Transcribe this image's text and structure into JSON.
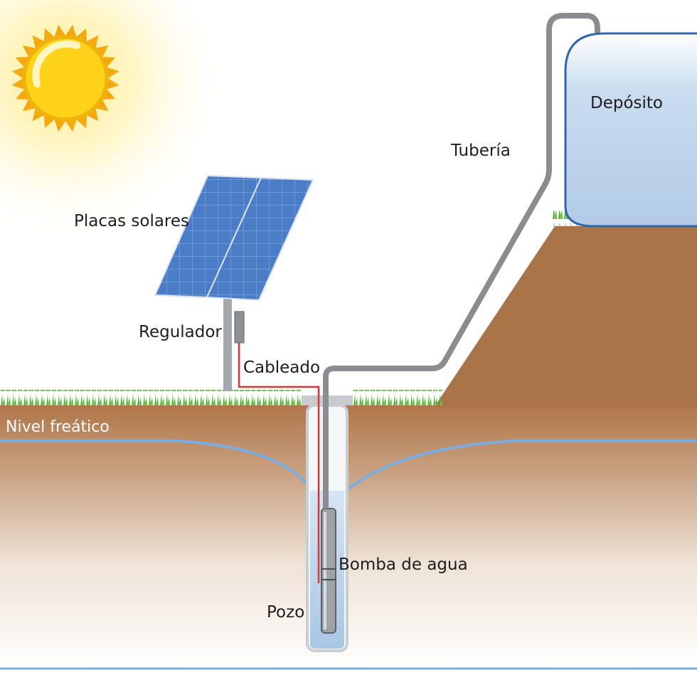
{
  "labels": {
    "deposito": "Depósito",
    "tuberia": "Tubería",
    "placas": "Placas solares",
    "regulador": "Regulador",
    "cableado": "Cableado",
    "nivel": "Nivel freático",
    "bomba": "Bomba de agua",
    "pozo": "Pozo"
  },
  "colors": {
    "sky": "#ffffff",
    "sun_core": "#ffd21a",
    "sun_rays": "#f3a90f",
    "grass": "#5fb83a",
    "soil_top": "#b27a4d",
    "hill": "#aa7448",
    "water": "#b5cfe9",
    "water_line": "#7aaee0",
    "pipe": "#8a8d90",
    "cable": "#d23a3a",
    "tank_border": "#2f66b0",
    "panel": "#3d6fbd"
  },
  "icons": [
    "sun-icon",
    "solar-panel-icon",
    "regulator-box-icon",
    "pump-icon",
    "tank-icon"
  ]
}
